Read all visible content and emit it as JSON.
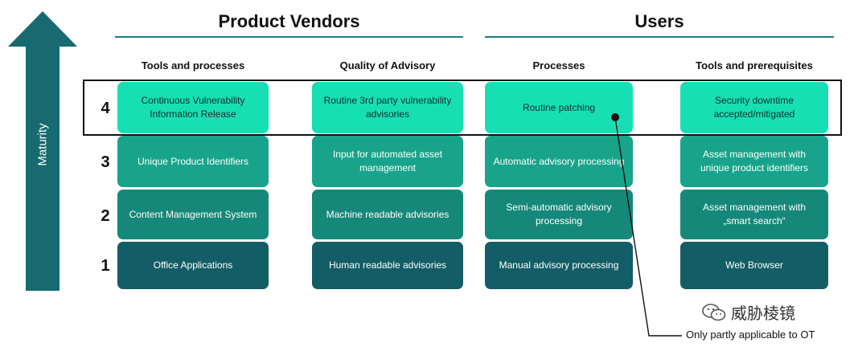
{
  "arrow": {
    "label": "Maturity"
  },
  "groups": [
    {
      "title": "Product Vendors"
    },
    {
      "title": "Users"
    }
  ],
  "columns": [
    {
      "header": "Tools and processes"
    },
    {
      "header": "Quality of Advisory"
    },
    {
      "header": "Processes"
    },
    {
      "header": "Tools and prerequisites"
    }
  ],
  "levels": [
    "4",
    "3",
    "2",
    "1"
  ],
  "cells": [
    [
      "Continuous Vulnerability Information Release",
      "Routine 3rd party vulnerability advisories",
      "Routine patching",
      "Security downtime accepted/mitigated"
    ],
    [
      "Unique Product Identifiers",
      "Input for automated asset management",
      "Automatic advisory processing",
      "Asset management with unique product identifiers"
    ],
    [
      "Content Management System",
      "Machine readable advisories",
      "Semi-automatic advisory processing",
      "Asset management with „smart search“"
    ],
    [
      "Office Applications",
      "Human readable advisories",
      "Manual advisory processing",
      "Web Browser"
    ]
  ],
  "colors": {
    "row4": "#17dfb4",
    "row3": "#17a48a",
    "row2": "#15887a",
    "row1": "#125d66",
    "arrow": "#166a70"
  },
  "annotation": {
    "text": "Only partly applicable to OT"
  },
  "watermark": {
    "text": "威胁棱镜",
    "icon": "wechat-icon"
  }
}
